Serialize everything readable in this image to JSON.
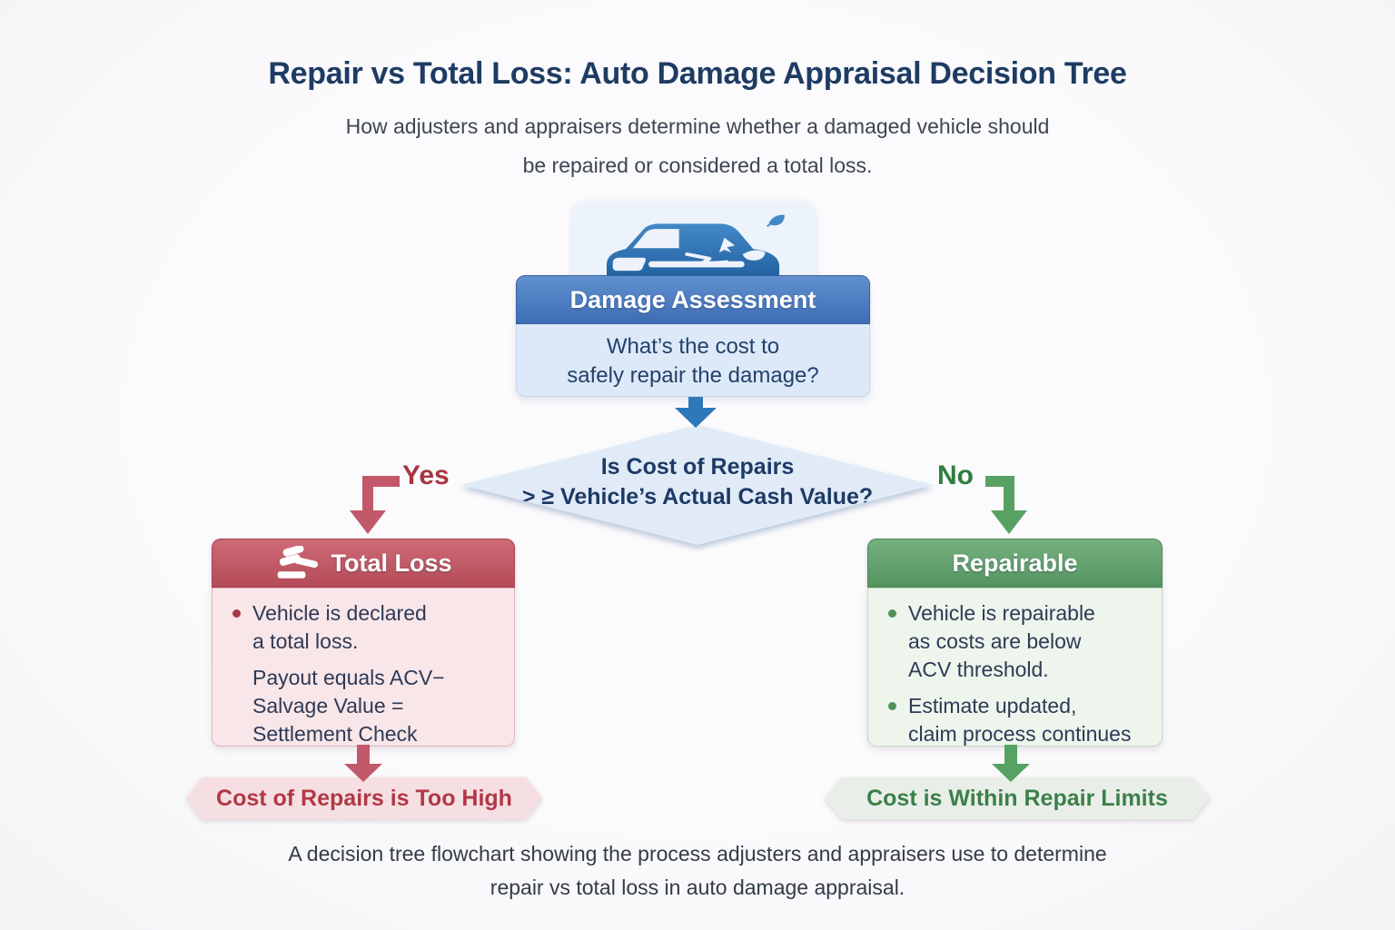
{
  "header": {
    "title": "Repair vs Total Loss: Auto Damage Appraisal Decision Tree",
    "subtitle_line1": "How adjusters and appraisers determine whether a damaged vehicle should",
    "subtitle_line2": "be repaired or considered a total loss."
  },
  "flow": {
    "assessment": {
      "icon": "damaged-car-icon",
      "title": "Damage Assessment",
      "question_line1": "What’s the cost to",
      "question_line2": "safely repair the damage?"
    },
    "decision": {
      "question_line1": "Is Cost of Repairs",
      "question_line2": "> ≥ Vehicle’s Actual Cash Value?",
      "yes_label": "Yes",
      "no_label": "No"
    },
    "total_loss": {
      "icon": "gavel-icon",
      "title": "Total Loss",
      "bullet_lines": [
        "Vehicle is declared",
        "a total loss."
      ],
      "detail_lines": [
        "Payout equals ACV−",
        "Salvage Value =",
        "Settlement Check"
      ],
      "outcome": "Cost of Repairs is Too High"
    },
    "repairable": {
      "title": "Repairable",
      "bullet1_lines": [
        "Vehicle is repairable",
        "as costs are below",
        "ACV threshold."
      ],
      "bullet2_lines": [
        "Estimate updated,",
        "claim process continues"
      ],
      "outcome": "Cost is Within Repair Limits"
    }
  },
  "caption": {
    "line1": "A decision tree flowchart showing the process adjusters and appraisers use to determine",
    "line2": "repair vs total loss in auto damage appraisal."
  },
  "colors": {
    "title_navy": "#1e3c63",
    "subtitle_gray": "#3c4653",
    "blue_header": "#4a7cc0",
    "blue_body": "#dde9f8",
    "blue_arrow": "#2d78bb",
    "diamond_fill": "#e1ebf7",
    "yes_red": "#a83640",
    "no_green": "#2f7e3e",
    "red_header": "#c05663",
    "red_body": "#f8e6e9",
    "red_arrow": "#c2596a",
    "red_banner_bg": "#f6dfe3",
    "red_banner_text": "#b13845",
    "green_header": "#63a46d",
    "green_body": "#eef5ed",
    "green_arrow": "#57a263",
    "green_banner_bg": "#e9efe8",
    "green_banner_text": "#3c7f4a"
  }
}
